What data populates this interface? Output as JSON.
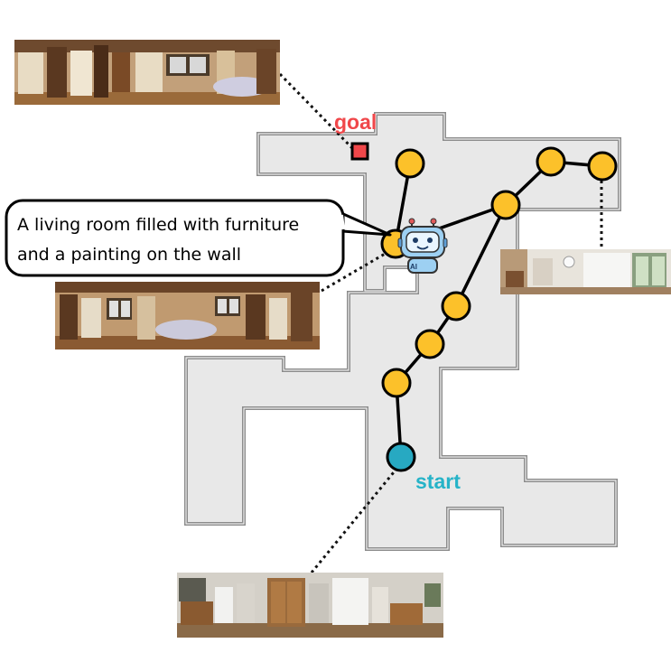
{
  "labels": {
    "goal": "goal",
    "start": "start"
  },
  "caption": {
    "line1": "A living room filled with furniture",
    "line2": "and a painting on the wall"
  },
  "robot": {
    "badge": "AI"
  },
  "colors": {
    "goal": "#f0474a",
    "start": "#26b3c8",
    "waypoint": "#fcc12a",
    "start_node": "#27a9c2",
    "floor": "#e8e8e8",
    "robot_body": "#9dd0f2"
  },
  "panoramas": [
    {
      "id": "goal-view",
      "scene": "bedroom with bed and wooden doors"
    },
    {
      "id": "current-view",
      "scene": "bedroom with bed, windows and doors"
    },
    {
      "id": "branch-view",
      "scene": "living room with bright window"
    },
    {
      "id": "start-view",
      "scene": "bedroom and hallway with wooden wardrobe"
    }
  ]
}
